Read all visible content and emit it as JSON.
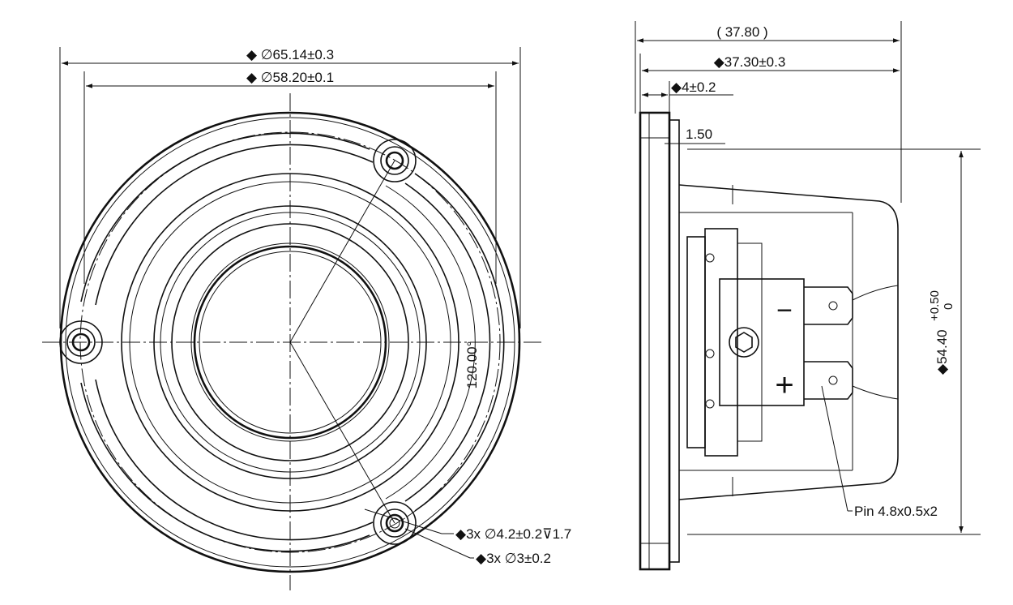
{
  "front_view": {
    "outer_diameter": "◆ ∅65.14±0.3",
    "inner_diameter": "◆ ∅58.20±0.1",
    "angle": "120.00°",
    "mount_hole_callout": "◆3x ∅4.2±0.2⊽1.7",
    "pin_hole_callout": "◆3x ∅3±0.2"
  },
  "side_view": {
    "overall_depth_ref": "( 37.80 )",
    "depth": "◆37.30±0.3",
    "flange_thickness": "◆4±0.2",
    "step": "1.50",
    "height": "◆54.40",
    "height_tol_upper": "+0.50",
    "height_tol_lower": "0",
    "pin_callout": "Pin 4.8x0.5x2",
    "terminal_minus": "−",
    "terminal_plus": "+"
  },
  "icons": [
    "diamond-marker-icon",
    "diameter-symbol-icon",
    "depth-symbol-icon"
  ]
}
